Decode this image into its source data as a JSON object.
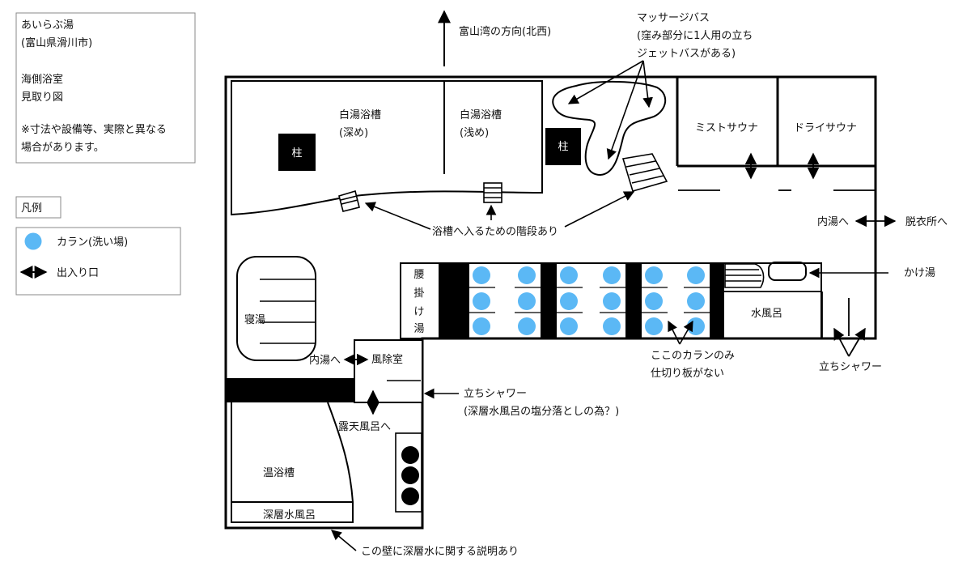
{
  "legend_info": {
    "title_lines": [
      "あいらぶ湯",
      "(富山県滑川市)",
      "海側浴室",
      "見取り図"
    ],
    "note_lines": [
      "※寸法や設備等、実際と異なる",
      "場合があります。"
    ]
  },
  "legend": {
    "heading": "凡例",
    "items": [
      {
        "label": "カラン(洗い場)",
        "icon": "blue-circle"
      },
      {
        "label": "出入り口",
        "icon": "double-arrow"
      }
    ]
  },
  "colors": {
    "karan": "#5bb8f5",
    "wall": "#000000"
  },
  "labels": {
    "north": "富山湾の方向(北西)",
    "massage_1": "マッサージバス",
    "massage_2": "(窪み部分に1人用の立ち",
    "massage_3": "ジェットバスがある)",
    "shirayu_deep_1": "白湯浴槽",
    "shirayu_deep_2": "(深め)",
    "shirayu_shallow_1": "白湯浴槽",
    "shirayu_shallow_2": "(浅め)",
    "pillar": "柱",
    "mist_sauna": "ミストサウナ",
    "dry_sauna": "ドライサウナ",
    "stairs_note": "浴槽へ入るための階段あり",
    "to_uchiyu_right": "内湯へ",
    "to_datsui": "脱衣所へ",
    "kakeyu": "かけ湯",
    "koshikake_1": "腰",
    "koshikake_2": "掛",
    "koshikake_3": "け",
    "koshikake_4": "湯",
    "mizuburo": "水風呂",
    "karan_note_1": "ここのカランのみ",
    "karan_note_2": "仕切り板がない",
    "tachi_shower_right": "立ちシャワー",
    "neyu": "寝湯",
    "to_uchiyu_left": "内湯へ",
    "fujoshitsu": "風除室",
    "tachi_shower_mid_1": "立ちシャワー",
    "tachi_shower_mid_2": "(深層水風呂の塩分落としの為？)",
    "to_rotenburo": "露天風呂へ",
    "onyokuso": "温浴槽",
    "shinsosui": "深層水風呂",
    "wall_note": "この壁に深層水に関する説明あり"
  }
}
